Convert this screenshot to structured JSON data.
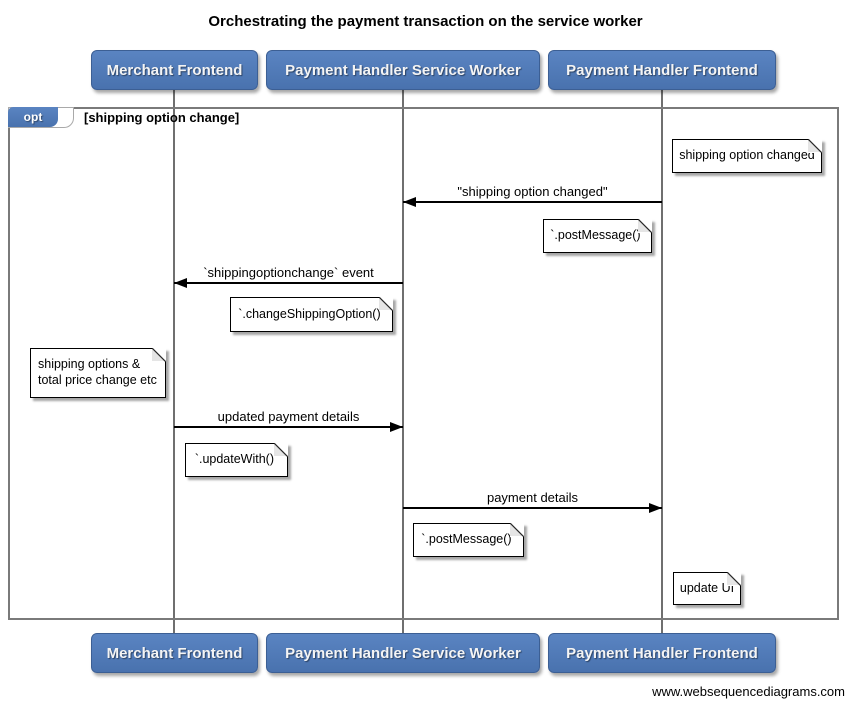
{
  "title": "Orchestrating the payment transaction on the service worker",
  "footer": "www.websequencediagrams.com",
  "diagram_type": "sequence",
  "colors": {
    "actor_fill": "#4f7ab8",
    "actor_text": "#f4f4f4",
    "frame_border": "#7a7a7a",
    "lifeline": "#6f6f6f",
    "note_fill": "#ffffff",
    "arrow": "#000000"
  },
  "actors": [
    {
      "label": "Merchant Frontend"
    },
    {
      "label": "Payment Handler Service Worker"
    },
    {
      "label": "Payment Handler Frontend"
    }
  ],
  "frame": {
    "operator": "opt",
    "guard": "[shipping option change]"
  },
  "messages": [
    {
      "label": "\"shipping option changed\"",
      "from": "Payment Handler Frontend",
      "to": "Payment Handler Service Worker",
      "direction": "left"
    },
    {
      "label": "`shippingoptionchange` event",
      "from": "Payment Handler Service Worker",
      "to": "Merchant Frontend",
      "direction": "left"
    },
    {
      "label": "updated payment details",
      "from": "Merchant Frontend",
      "to": "Payment Handler Service Worker",
      "direction": "right"
    },
    {
      "label": "payment details",
      "from": "Payment Handler Service Worker",
      "to": "Payment Handler Frontend",
      "direction": "right"
    }
  ],
  "notes": [
    {
      "text": "shipping option changed",
      "anchor": "Payment Handler Frontend"
    },
    {
      "text": "`.postMessage()`",
      "anchor": "Payment Handler Service Worker"
    },
    {
      "text": "`.changeShippingOption()`",
      "anchor": "Payment Handler Service Worker"
    },
    {
      "lines": [
        "shipping options &",
        "total price change etc"
      ],
      "anchor": "Merchant Frontend"
    },
    {
      "text": "`.updateWith()`",
      "anchor": "Merchant Frontend"
    },
    {
      "text": "`.postMessage()`",
      "anchor": "Payment Handler Service Worker"
    },
    {
      "text": "update UI",
      "anchor": "Payment Handler Frontend"
    }
  ]
}
